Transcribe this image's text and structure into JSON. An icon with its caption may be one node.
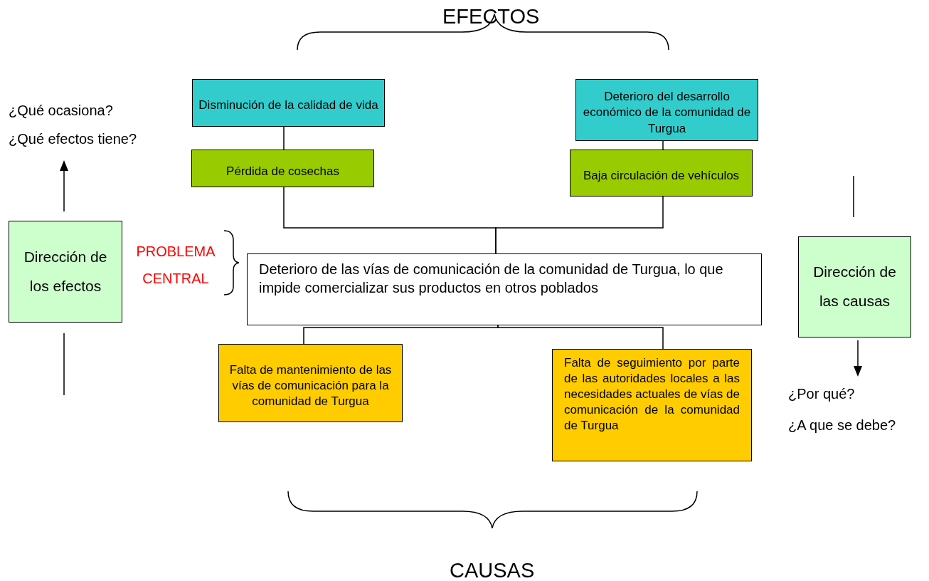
{
  "diagram": {
    "nodes": [
      {
        "text": [
          "Disminución de la calidad de vida"
        ]
      },
      {
        "text": [
          "Deterioro del desarrollo económico de la comunidad de Turgua"
        ]
      },
      {
        "text": [
          "Pérdida de cosechas"
        ]
      },
      {
        "text": [
          "Baja circulación de vehículos"
        ]
      },
      {
        "text": [
          "Deterioro de las vías de comunicación de la comunidad de Turgua, lo que impide comercializar sus productos en otros poblados"
        ]
      },
      {
        "text": [
          "Falta de mantenimiento de las vías de comunicación para la comunidad de Turgua"
        ]
      },
      {
        "text": [
          "Falta de seguimiento por parte de las autoridades locales a las necesidades actuales de vías de comunicación de la comunidad de Turgua"
        ]
      },
      {
        "text": [
          "Dirección de los efectos"
        ]
      },
      {
        "text": [
          "Dirección de las causas"
        ]
      }
    ],
    "edges": [
      {
        "from": 0,
        "to": 2,
        "arrow": "none"
      },
      {
        "from": 1,
        "to": 3,
        "arrow": "none"
      },
      {
        "from": 2,
        "to": 4,
        "arrow": "none"
      },
      {
        "from": 3,
        "to": 4,
        "arrow": "none"
      },
      {
        "from": 4,
        "to": 5,
        "arrow": "none"
      },
      {
        "from": 4,
        "to": 6,
        "arrow": "none"
      }
    ],
    "labels": [
      "EFECTOS",
      "¿Qué ocasiona?",
      "¿Qué efectos tiene?",
      "PROBLEMA CENTRAL",
      "¿Por qué?",
      "¿A que se debe?",
      "CAUSAS"
    ]
  }
}
